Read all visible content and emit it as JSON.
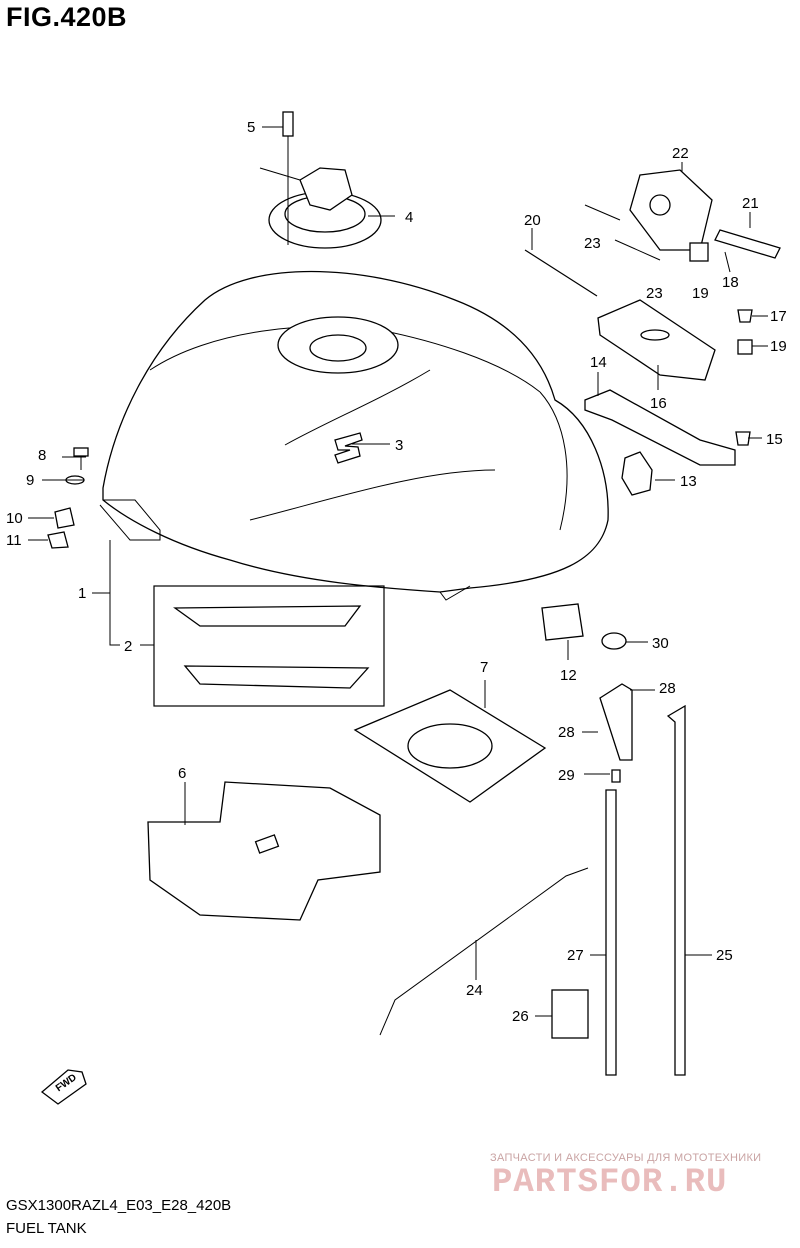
{
  "figure": {
    "title": "FIG.420B",
    "model_code": "GSX1300RAZL4_E03_E28_420B",
    "name": "FUEL TANK"
  },
  "callouts": [
    "1",
    "2",
    "3",
    "4",
    "5",
    "6",
    "7",
    "8",
    "9",
    "10",
    "11",
    "12",
    "13",
    "14",
    "15",
    "16",
    "17",
    "18",
    "19",
    "19",
    "20",
    "21",
    "22",
    "23",
    "23",
    "24",
    "25",
    "26",
    "27",
    "28",
    "28",
    "29",
    "30"
  ],
  "fwd_badge": "FWD",
  "watermark": {
    "tagline": "ЗАПЧАСТИ И АКСЕССУАРЫ ДЛЯ МОТОТЕХНИКИ",
    "brand": "PARTSFOR.RU"
  },
  "colors": {
    "line": "#000000",
    "background": "#ffffff",
    "watermark": "#e9bcbc"
  }
}
